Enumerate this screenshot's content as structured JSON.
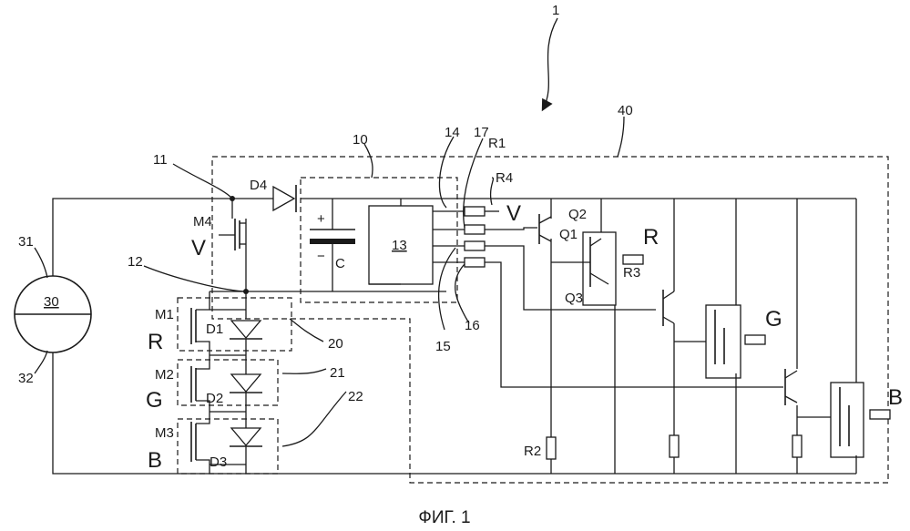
{
  "figure": {
    "caption": "ФИГ. 1",
    "refs": {
      "r1": "1",
      "r10": "10",
      "r11": "11",
      "r12": "12",
      "r13": "13",
      "r14": "14",
      "r15": "15",
      "r16": "16",
      "r17": "17",
      "r20": "20",
      "r21": "21",
      "r22": "22",
      "r30": "30",
      "r31": "31",
      "r32": "32",
      "r40": "40"
    },
    "components": {
      "D1": "D1",
      "D2": "D2",
      "D3": "D3",
      "D4": "D4",
      "M1": "M1",
      "M2": "M2",
      "M3": "M3",
      "M4": "M4",
      "Q1": "Q1",
      "Q2": "Q2",
      "Q3": "Q3",
      "R1": "R1",
      "R2": "R2",
      "R3": "R3",
      "R4": "R4",
      "C": "C",
      "plus": "+",
      "minus": "−"
    },
    "signals": {
      "V1": "V",
      "V2": "V",
      "R1": "R",
      "R2": "R",
      "G1": "G",
      "G2": "G",
      "B1": "B",
      "B2": "B"
    }
  }
}
